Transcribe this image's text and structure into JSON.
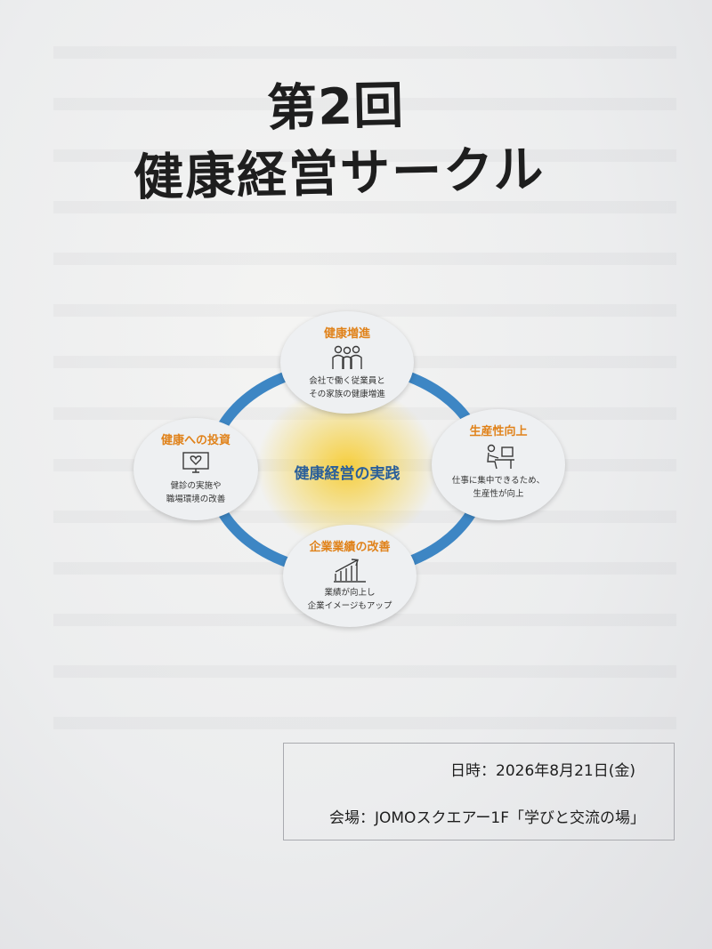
{
  "title": {
    "line1": "第2回",
    "line2": "健康経営サークル"
  },
  "diagram": {
    "center": "健康経営の実践",
    "top": {
      "heading": "健康増進",
      "body_line1": "会社で働く従業員と",
      "body_line2": "その家族の健康増進",
      "icon": "people-icon"
    },
    "right": {
      "heading": "生産性向上",
      "body_line1": "仕事に集中できるため、",
      "body_line2": "生産性が向上",
      "icon": "desk-worker-icon"
    },
    "bottom": {
      "heading": "企業業績の改善",
      "body_line1": "業績が向上し",
      "body_line2": "企業イメージもアップ",
      "icon": "growth-chart-icon"
    },
    "left": {
      "heading": "健康への投資",
      "body_line1": "健診の実施や",
      "body_line2": "職場環境の改善",
      "icon": "monitor-heart-icon"
    }
  },
  "event": {
    "date": "日時：2026年8月21日(金)",
    "venue": "会場：JOMOスクエアー1F「学びと交流の場」"
  },
  "colors": {
    "ring": "#3d86c4",
    "heading_orange": "#e0821a",
    "center_text": "#2a5f9a",
    "glow": "#f7c81e"
  }
}
